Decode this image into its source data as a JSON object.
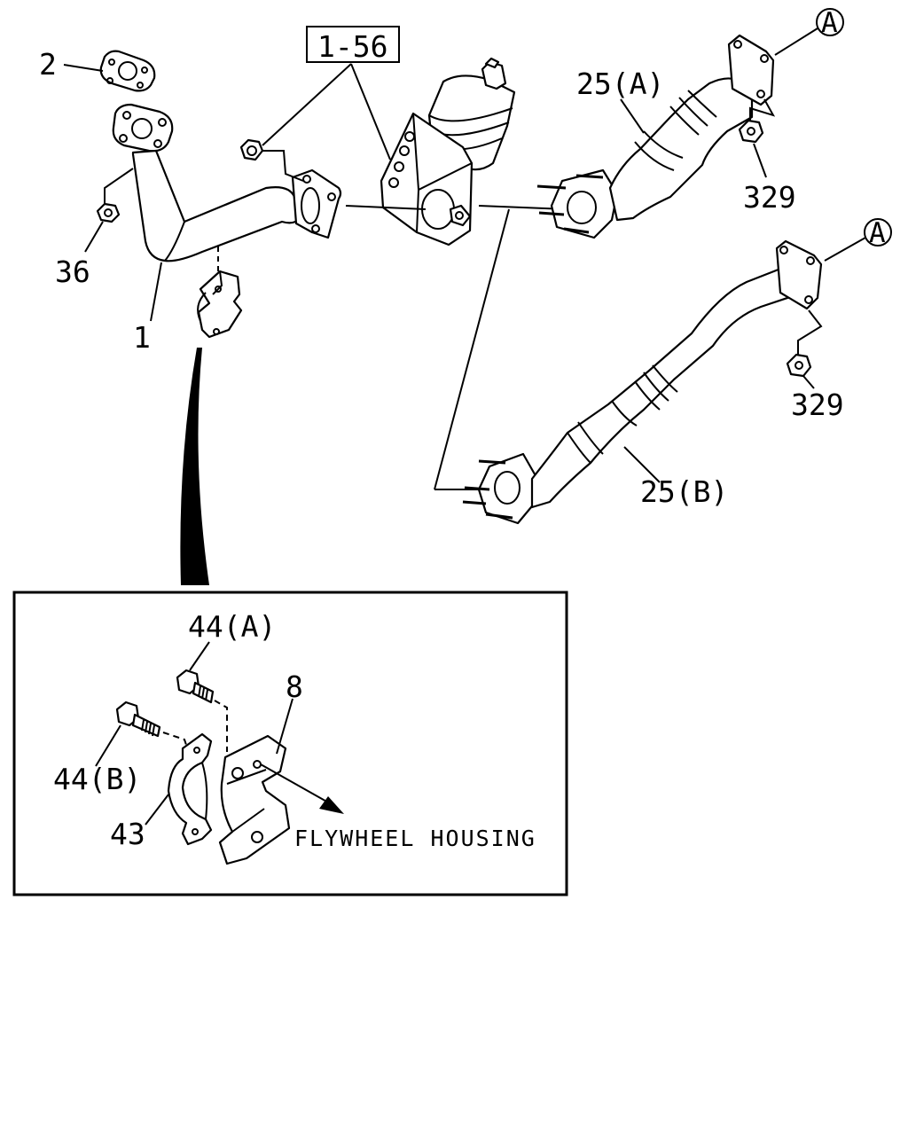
{
  "diagram": {
    "callouts": {
      "part_2": "2",
      "part_36": "36",
      "part_1": "1",
      "ref_1_56": "1-56",
      "part_25a": "25(A)",
      "part_329_top": "329",
      "ref_a_top": "A",
      "ref_a_bottom": "A",
      "part_329_bottom": "329",
      "part_25b": "25(B)",
      "part_44a": "44(A)",
      "part_8": "8",
      "part_44b": "44(B)",
      "part_43": "43"
    },
    "detail_note": "FLYWHEEL HOUSING"
  }
}
